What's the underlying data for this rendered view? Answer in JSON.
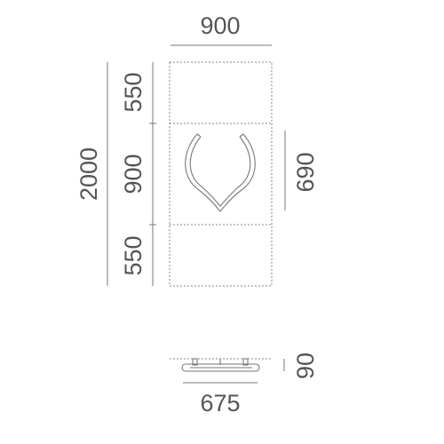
{
  "front_view": {
    "panel_width_label": "900",
    "overall_height_label": "2000",
    "segments": {
      "top_label": "550",
      "middle_label": "900",
      "bottom_label": "550"
    },
    "fixture_height_label": "690"
  },
  "side_view": {
    "depth_label": "90",
    "fixture_width_label": "675"
  },
  "colors": {
    "line": "#777777",
    "text": "#555555",
    "background": "#ffffff"
  }
}
